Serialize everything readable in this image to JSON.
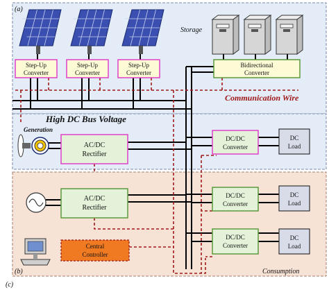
{
  "regions": {
    "a_label": "(a)",
    "b_label": "(b)",
    "c_label": "(c)",
    "storage_label": "Storage",
    "generation_label": "Generation",
    "consumption_label": "Consumption"
  },
  "buses": {
    "high_dc_bus_label": "High DC Bus Voltage",
    "communication_wire_label": "Communication Wire"
  },
  "boxes": {
    "step_up_1": [
      "Step-Up",
      "Converter"
    ],
    "step_up_2": [
      "Step-Up",
      "Converter"
    ],
    "step_up_3": [
      "Step-Up",
      "Converter"
    ],
    "bidirectional": [
      "Bidirectional",
      "Converter"
    ],
    "rectifier_top": [
      "AC/DC",
      "Rectifier"
    ],
    "rectifier_bottom": [
      "AC/DC",
      "Rectifier"
    ],
    "dcdc_1": [
      "DC/DC",
      "Converter"
    ],
    "dcdc_2": [
      "DC/DC",
      "Converter"
    ],
    "dcdc_3": [
      "DC/DC",
      "Converter"
    ],
    "load_1": [
      "DC",
      "Load"
    ],
    "load_2": [
      "DC",
      "Load"
    ],
    "load_3": [
      "DC",
      "Load"
    ],
    "central_controller": [
      "Central",
      "Controller"
    ]
  },
  "colors": {
    "region_blue": "#e3ecf7",
    "region_peach": "#f7e2d6",
    "green_box": "#e3f2d8",
    "yellow_box": "#fdfbd6",
    "pink_border": "#e040c8",
    "green_border": "#5a9a3a",
    "load_fill": "#d8dce8",
    "controller_fill": "#f07a22",
    "comm_red": "#a01818",
    "pv_blue": "#3a4fb0"
  }
}
